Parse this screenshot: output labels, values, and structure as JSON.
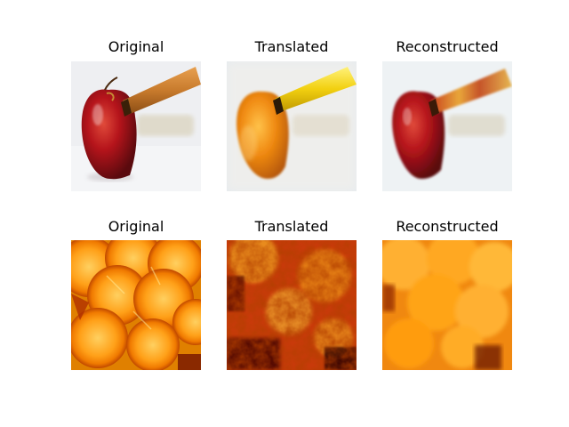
{
  "figure": {
    "rows": [
      {
        "subject": "apple with wooden stick",
        "panels": [
          {
            "title": "Original",
            "image": "red-apple-with-wooden-stick"
          },
          {
            "title": "Translated",
            "image": "orange-apple-with-yellow-stick"
          },
          {
            "title": "Reconstructed",
            "image": "reconstructed-red-apple-with-stick"
          }
        ]
      },
      {
        "subject": "sliced oranges",
        "panels": [
          {
            "title": "Original",
            "image": "sliced-orange-wheels"
          },
          {
            "title": "Translated",
            "image": "dark-red-orange-texture"
          },
          {
            "title": "Reconstructed",
            "image": "reconstructed-orange-slices"
          }
        ]
      }
    ]
  }
}
